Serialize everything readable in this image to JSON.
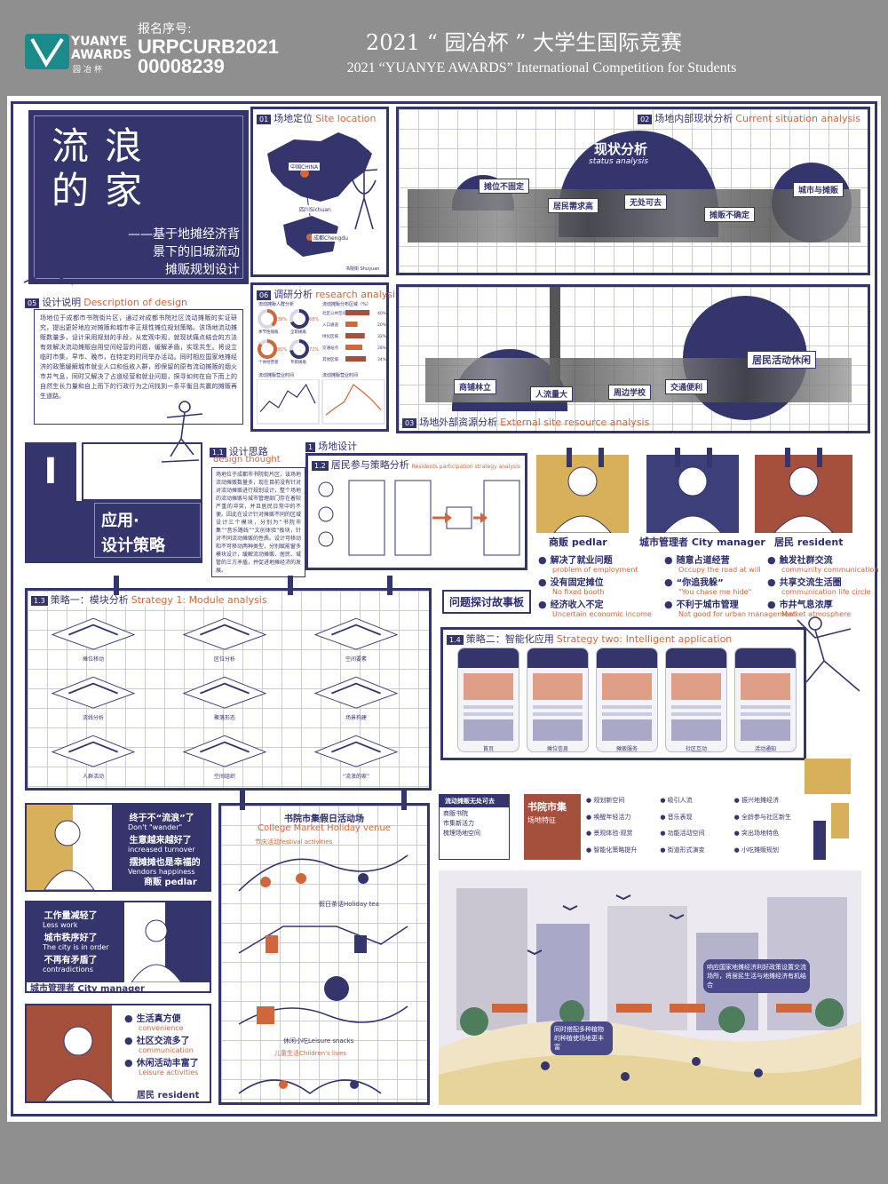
{
  "header": {
    "logo_line1": "YUANYE",
    "logo_line2": "AWARDS",
    "logo_sub": "园冶杯",
    "reg_label": "报名序号:",
    "reg_no_line1": "URPCURB2021",
    "reg_no_line2": "00008239",
    "competition_cn": "2021 “ 园冶杯 ” 大学生国际竞赛",
    "competition_en": "2021 “YUANYE AWARDS” International Competition for  Students"
  },
  "title": {
    "big": [
      "流",
      "浪",
      "的",
      "家"
    ],
    "subtitle_lines": [
      "——基于地摊经济背",
      "景下的旧城流动",
      "摊贩规划设计"
    ]
  },
  "site_location": {
    "num": "01",
    "cn": "场地定位",
    "en": "Site location",
    "labels": [
      "中国CHINA",
      "四川Sichuan",
      "成都Chengdu",
      "书院街 Shuyuan"
    ]
  },
  "current_situation": {
    "num": "02",
    "cn": "场地内部现状分析",
    "en": "Current situation analysis",
    "banner": "现状分析",
    "banner_en": "status analysis",
    "tags": [
      "摊位不固定",
      "居民需求高",
      "无处可去",
      "摊贩不确定",
      "城市与摊贩"
    ]
  },
  "design_description": {
    "num": "05",
    "cn": "设计说明",
    "en": "Description of design",
    "text": "场地位于成都市书院街片区，通过对成都书院社区流动摊贩的实证研究，提出更好地应对摊贩和城市非正规性摊位规划策略。该场地流动摊贩数量多，设计采用规划的手段，从宏观中观，就现状痛点结合的方法有效解决流动摊贩自用空间经营的问题，缓解矛盾，实现共生。将设立临时市集，早市、晚市，在特定的时间举办活动。同时相应国家地摊经济的政策缓解城市就业人口和低收入群，即保留的原有流动摊贩的烟火市井气息，同时又解决了占道经营和就业问题，探寻如何在自下而上的自然生长力量和自上而下的行政行为之间找到一条平衡且共赢的摊贩再生道路。"
  },
  "research": {
    "num": "06",
    "cn": "调研分析",
    "en": "research analysis",
    "donut_left_title": "流动摊贩人群分析",
    "donut_right_title": "流动摊贩分布区域（%）",
    "donuts": [
      {
        "label": "季节性摊贩",
        "value": 39
      },
      {
        "label": "全职摊贩",
        "value": 68
      },
      {
        "label": "个体经营者",
        "value": 85
      },
      {
        "label": "专职摊贩",
        "value": 72
      }
    ],
    "bars": [
      {
        "label": "社区公共空间",
        "value": 40
      },
      {
        "label": "入口通道",
        "value": 20
      },
      {
        "label": "绿化区域",
        "value": 32
      },
      {
        "label": "交通站点",
        "value": 28
      },
      {
        "label": "其他区域",
        "value": 34
      }
    ],
    "line_left_title": "流动摊贩营业时间",
    "line_right_title": "流动摊贩营业时间",
    "line_left_values": [
      20,
      45,
      30,
      70,
      55,
      85,
      40
    ],
    "line_right_values": [
      5,
      12,
      18,
      35,
      28,
      20,
      10
    ]
  },
  "external": {
    "num": "03",
    "cn": "场地外部资源分析",
    "en": "External site resource analysis",
    "tags": [
      "居民活动休闲",
      "人流量大",
      "商铺林立",
      "周边学校",
      "交通便利"
    ]
  },
  "part1": {
    "roman": "I",
    "line1": "应用·",
    "line2": "设计策略"
  },
  "design_thought": {
    "num": "1.1",
    "cn": "设计思路",
    "en": "design thought",
    "text": "场地位于成都市书院街片区，该场地流动摊贩数量多，现在目前没有针对对流动摊贩进行规划设计，整个场地的流动摊贩与城市管理部门存在着较严重的冲突，并且居民日常中的不便。因此在设计针对摊贩不同的区域设计三个模块，分别为“书院市集”“音乐路线”“文创体验”板块，针对不同流动摊贩的性质。设计可移动和不可移动两种类型，分别赋能窗多模块设计，缓解流动摊贩、居民、城管的三方矛盾，并促进地摊经济的发展。"
  },
  "site_design": {
    "num": "1",
    "cn": "场地设计"
  },
  "resident_strategy": {
    "num": "1.2",
    "cn": "居民参与策略分析",
    "en": "Residents participation strategy analysis"
  },
  "personas": [
    {
      "cn": "商贩",
      "en": "pedlar",
      "color": "#d8b05a"
    },
    {
      "cn": "城市管理者",
      "en": "City manager",
      "color": "#3d3f7a"
    },
    {
      "cn": "居民",
      "en": "resident",
      "color": "#a4503d"
    }
  ],
  "problems": [
    {
      "cn": "解决了就业问题",
      "en": "problem of employment"
    },
    {
      "cn": "没有固定摊位",
      "en": "No fixed booth"
    },
    {
      "cn": "经济收入不定",
      "en": "Uncertain economic income"
    },
    {
      "cn": "随意占道经营",
      "en": "Occupy the road at will"
    },
    {
      "cn": "“你追我躲”",
      "en": "\"You chase me hide\""
    },
    {
      "cn": "不利于城市管理",
      "en": "Not good for urban management"
    },
    {
      "cn": "触发社群交流",
      "en": "community communication"
    },
    {
      "cn": "共享交流生活圈",
      "en": "communication life circle"
    },
    {
      "cn": "市井气息浓厚",
      "en": "Market atmosphere"
    }
  ],
  "story_label": "问题探讨故事板",
  "strategy1": {
    "num": "1.3",
    "cn": "策略一：模块分析",
    "en": "Strategy 1: Module analysis",
    "modules": [
      "摊位移动",
      "区位分析",
      "空间要素",
      "流线分析",
      "聚落形态",
      "场景构建",
      "人群活动",
      "空间组织",
      "“流浪的家”"
    ]
  },
  "strategy2": {
    "num": "1.4",
    "cn": "策略二：智能化应用",
    "en": "Strategy two: Intelligent application",
    "screen_captions": [
      "首页",
      "摊位信息",
      "摊贩服务",
      "社区互动",
      "活动通知"
    ]
  },
  "story_pedlar": {
    "lines": [
      {
        "cn": "终于不“流浪”了",
        "en": "Don't \"wander\""
      },
      {
        "cn": "生意越来越好了",
        "en": "increased turnover"
      },
      {
        "cn": "摆摊摊也是幸福的",
        "en": "Vendors happiness"
      }
    ],
    "persona": "商贩 pedlar"
  },
  "story_manager": {
    "lines": [
      {
        "cn": "工作量减轻了",
        "en": "Less work"
      },
      {
        "cn": "城市秩序好了",
        "en": "The city is in order"
      },
      {
        "cn": "不再有矛盾了",
        "en": "contradictions"
      }
    ],
    "persona": "城市管理者 City manager"
  },
  "story_resident": {
    "lines": [
      {
        "cn": "生活真方便",
        "en": "convenience"
      },
      {
        "cn": "社区交流多了",
        "en": "communication"
      },
      {
        "cn": "休闲活动丰富了",
        "en": "Leisure activities"
      }
    ],
    "persona": "居民 resident"
  },
  "venue": {
    "title_cn": "书院市集假日活动场",
    "title_en": "College Market Holiday venue",
    "labels": [
      "节庆活动festival activities",
      "假日茶话Holiday tea",
      "休闲小吃Leisure snacks",
      "儿童生活Children's lives"
    ]
  },
  "market": {
    "left_box": [
      "流动摊贩无处可去",
      "商贩书院",
      "市集新活力",
      "梳理场地空间"
    ],
    "center_label": "书院市集",
    "center_sub": "场地特征",
    "items": [
      "规划新空间",
      "吸引人流",
      "振兴地摊经济",
      "唤醒年轻活力",
      "音乐表现",
      "全龄参与社区新生",
      "景观体验·观赏",
      "功能活动空间",
      "突出场地特色",
      "智能化策略提升",
      "街道形式演变",
      "小吃摊贩规划"
    ],
    "bubble1": "响应国家地摊经济利好政策设置交流场所，将居民生活与地摊经济有机结合",
    "bubble2": "同时搭配多种植物的种植使场地更丰富"
  }
}
